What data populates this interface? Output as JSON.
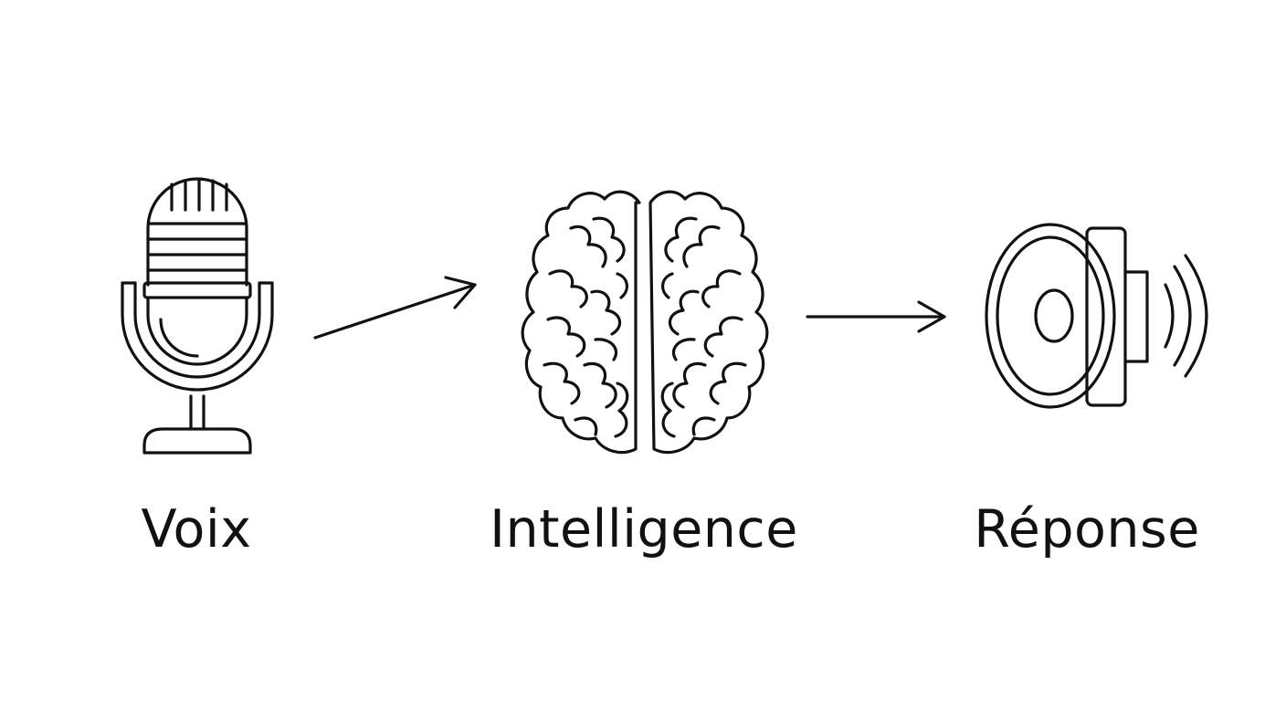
{
  "diagram": {
    "stroke_color": "#111111",
    "background_color": "#ffffff",
    "flow": [
      "microphone-icon",
      "brain-icon",
      "speaker-icon"
    ],
    "nodes": [
      {
        "icon": "microphone-icon",
        "label": "Voix"
      },
      {
        "icon": "brain-icon",
        "label": "Intelligence"
      },
      {
        "icon": "speaker-icon",
        "label": "Réponse"
      }
    ]
  }
}
